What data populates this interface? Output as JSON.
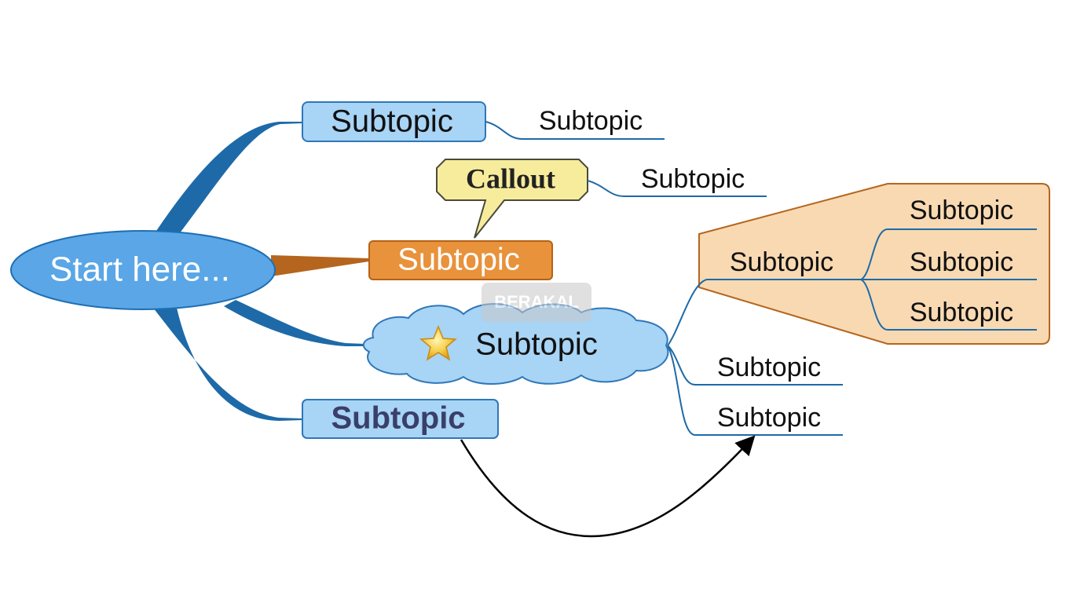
{
  "root": {
    "label": "Start here..."
  },
  "topics": {
    "top": {
      "label": "Subtopic",
      "child": "Subtopic"
    },
    "callout": {
      "label": "Callout",
      "child": "Subtopic"
    },
    "orange": {
      "label": "Subtopic"
    },
    "cloud": {
      "label": "Subtopic",
      "icon": "star-icon",
      "boundary_topic": "Subtopic",
      "boundary_children": [
        "Subtopic",
        "Subtopic",
        "Subtopic"
      ],
      "children": [
        "Subtopic",
        "Subtopic"
      ]
    },
    "bold": {
      "label": "Subtopic"
    }
  },
  "watermark": "BERAKAL",
  "colors": {
    "root_fill": "#5aa6e6",
    "root_stroke": "#1e6fb4",
    "branch_blue": "#1e6aa8",
    "branch_orange": "#b5651d",
    "topic_fill": "#a8d4f5",
    "topic_stroke": "#2f77b8",
    "orange_fill": "#e8923b",
    "orange_stroke": "#b56216",
    "callout_fill": "#f7ec9c",
    "callout_stroke": "#4a4a3a",
    "boundary_fill": "#f8d9b2",
    "boundary_stroke": "#b5651d",
    "line_blue": "#1e6aa8",
    "bold_text": "#3a3f6a"
  }
}
